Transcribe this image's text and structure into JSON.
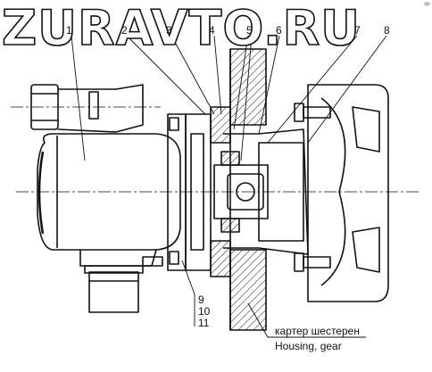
{
  "watermark": "ZURAVTO.RU",
  "corner_mark": "=",
  "callouts": [
    "1",
    "2",
    "3",
    "4",
    "5",
    "6",
    "7",
    "8",
    "9",
    "10",
    "11"
  ],
  "caption_ru": "картер шестерен",
  "caption_en": "Housing, gear"
}
